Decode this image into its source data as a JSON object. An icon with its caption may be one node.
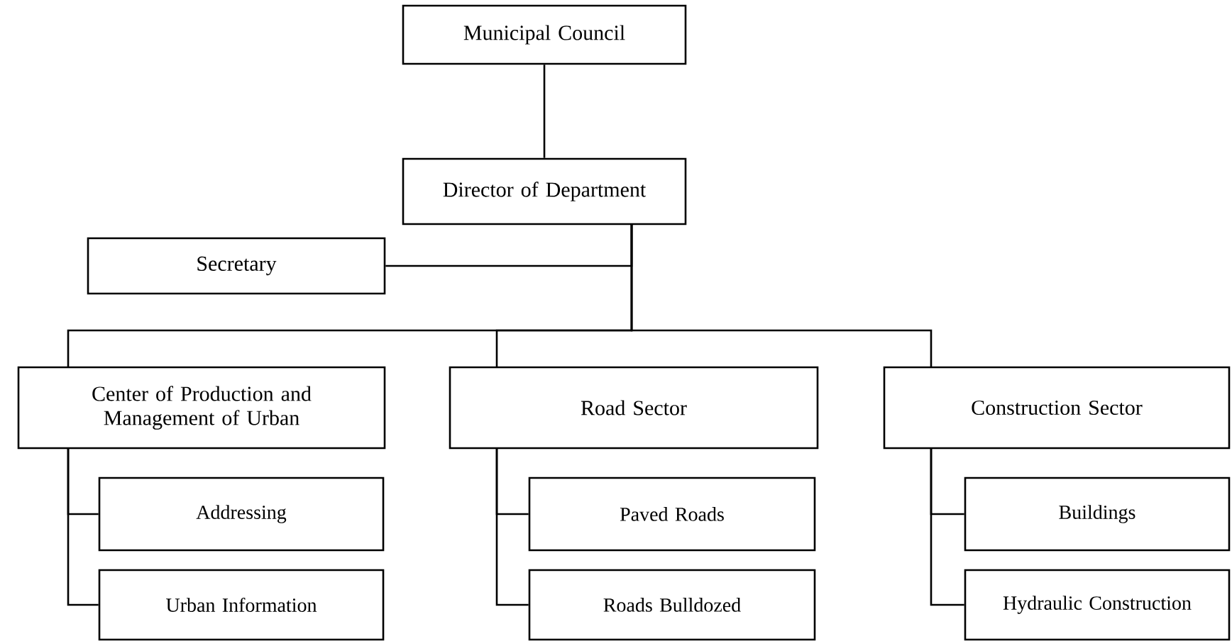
{
  "diagram": {
    "nodes": [
      {
        "text": [
          "Municipal Council"
        ]
      },
      {
        "text": [
          "Director of Department"
        ]
      },
      {
        "text": [
          "Secretary"
        ]
      },
      {
        "text": [
          "Center of Production and Management of Urban"
        ]
      },
      {
        "text": [
          "Road Sector"
        ]
      },
      {
        "text": [
          "Construction Sector"
        ]
      },
      {
        "text": [
          "Addressing"
        ]
      },
      {
        "text": [
          "Urban Information"
        ]
      },
      {
        "text": [
          "Paved Roads"
        ]
      },
      {
        "text": [
          "Roads Bulldozed"
        ]
      },
      {
        "text": [
          "Buildings"
        ]
      },
      {
        "text": [
          "Hydraulic Construction"
        ]
      }
    ],
    "edges": [
      {
        "from": 0,
        "to": 1,
        "arrow": "none"
      },
      {
        "from": 1,
        "to": 2,
        "arrow": "none"
      },
      {
        "from": 1,
        "to": 3,
        "arrow": "none"
      },
      {
        "from": 1,
        "to": 4,
        "arrow": "none"
      },
      {
        "from": 1,
        "to": 5,
        "arrow": "none"
      },
      {
        "from": 3,
        "to": 6,
        "arrow": "none"
      },
      {
        "from": 3,
        "to": 7,
        "arrow": "none"
      },
      {
        "from": 4,
        "to": 8,
        "arrow": "none"
      },
      {
        "from": 4,
        "to": 9,
        "arrow": "none"
      },
      {
        "from": 5,
        "to": 10,
        "arrow": "none"
      },
      {
        "from": 5,
        "to": 11,
        "arrow": "none"
      }
    ]
  }
}
